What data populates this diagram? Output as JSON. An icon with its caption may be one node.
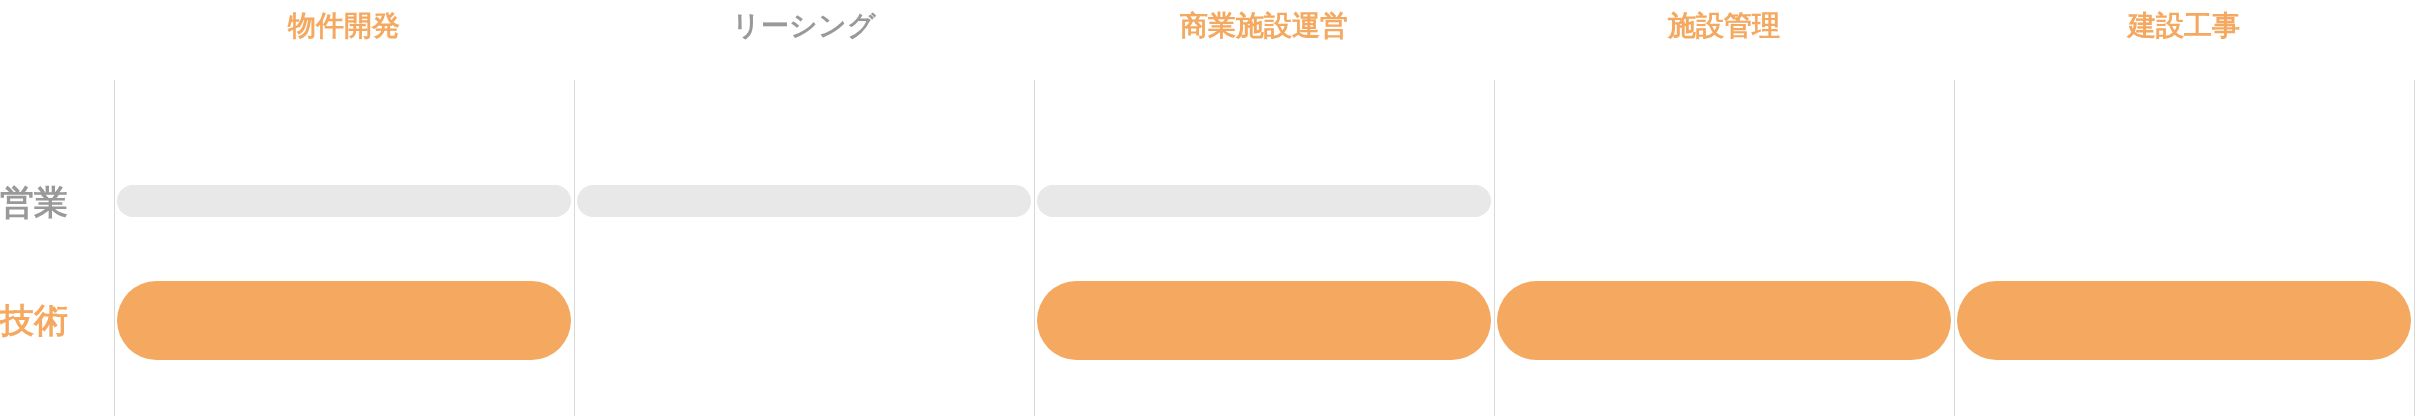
{
  "diagram": {
    "nodes": [
      {
        "text": [],
        "shape": "bar"
      },
      {
        "text": [],
        "shape": "bar"
      },
      {
        "text": [],
        "shape": "bar"
      },
      {
        "text": [],
        "shape": "bar"
      },
      {
        "text": [],
        "shape": "bar"
      },
      {
        "text": [],
        "shape": "bar"
      },
      {
        "text": [],
        "shape": "bar"
      }
    ],
    "labels": [
      "物件開発",
      "リーシング",
      "商業施設運営",
      "施設管理",
      "建設工事",
      "営業",
      "技術"
    ]
  }
}
